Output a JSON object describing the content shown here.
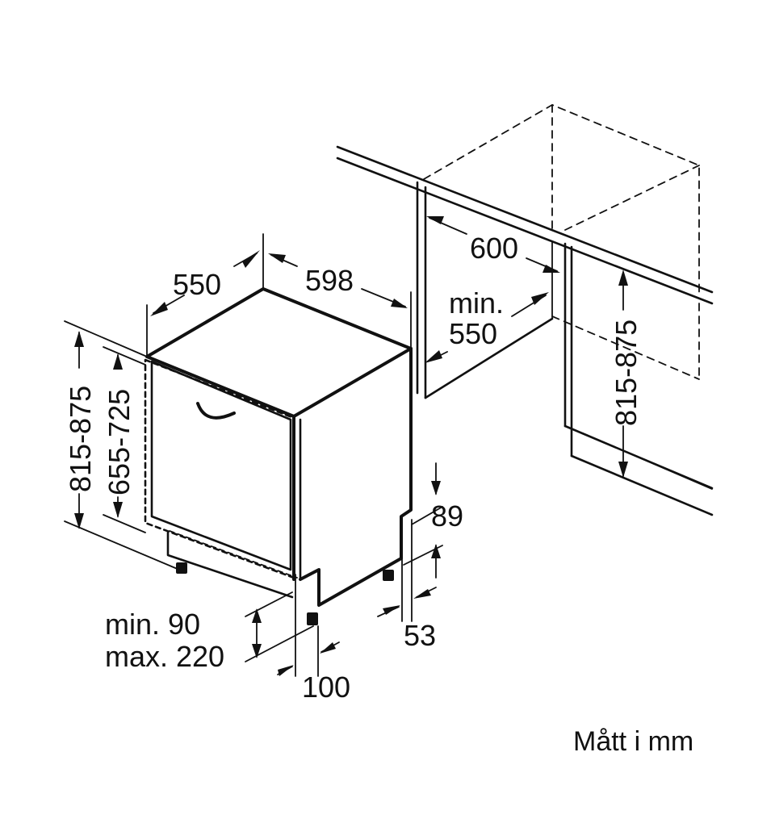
{
  "dimensions": {
    "depth": "550",
    "width": "598",
    "niche_width": "600",
    "niche_min_depth_line1": "min.",
    "niche_min_depth_line2": "550",
    "height_total": "815-875",
    "height_appliance": "655-725",
    "niche_height": "815-875",
    "toe_kick_height": "89",
    "toe_kick_depth": "53",
    "plinth_line1": "min. 90",
    "plinth_line2": "max. 220",
    "plinth_offset": "100"
  },
  "footer": {
    "unit_note": "Mått i mm"
  }
}
